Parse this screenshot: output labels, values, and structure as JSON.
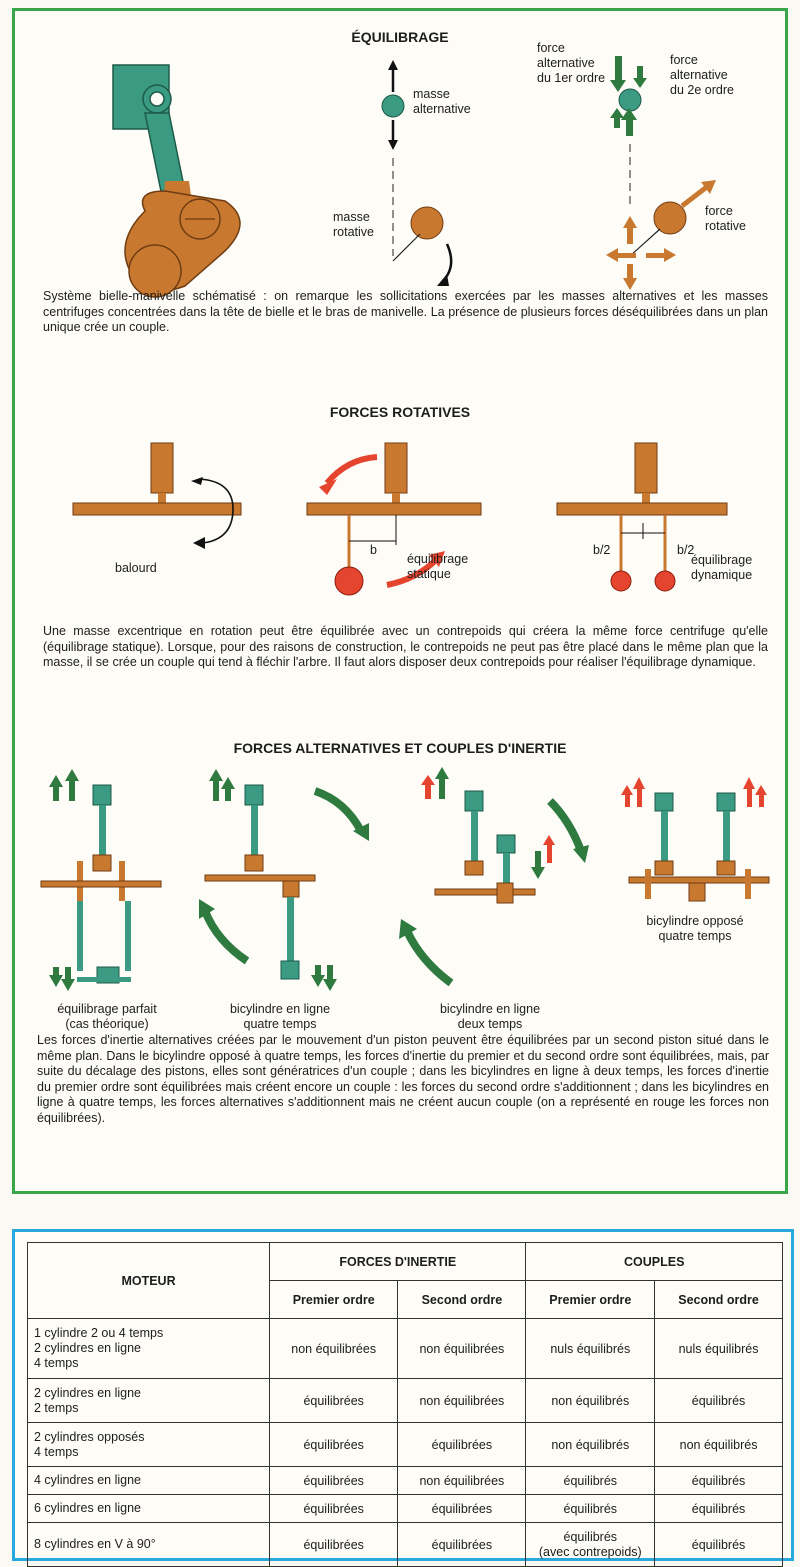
{
  "section1": {
    "title": "ÉQUILIBRAGE",
    "labels": {
      "masse_alt_1": "masse",
      "masse_alt_2": "alternative",
      "masse_rot_1": "masse",
      "masse_rot_2": "rotative",
      "force_alt1_1": "force",
      "force_alt1_2": "alternative",
      "force_alt1_3": "du 1er ordre",
      "force_alt2_1": "force",
      "force_alt2_2": "alternative",
      "force_alt2_3": "du 2e ordre",
      "force_rot_1": "force",
      "force_rot_2": "rotative"
    },
    "caption": "Système bielle-manivelle schématisé : on remarque les sollicitations exercées par les masses alternatives et les masses centrifuges concentrées dans la tête de bielle et le bras de manivelle. La présence de plusieurs forces déséquilibrées dans un plan unique crée un couple."
  },
  "section2": {
    "title": "FORCES ROTATIVES",
    "labels": {
      "balourd": "balourd",
      "b": "b",
      "equil_stat_1": "équilibrage",
      "equil_stat_2": "statique",
      "b2a": "b/2",
      "b2b": "b/2",
      "equil_dyn_1": "équilibrage",
      "equil_dyn_2": "dynamique"
    },
    "caption": "Une masse excentrique en rotation peut être équilibrée avec un contrepoids qui créera la même force centrifuge qu'elle (équilibrage statique). Lorsque, pour des raisons de construction, le contrepoids ne peut pas être placé dans le même plan que la masse, il se crée un couple qui tend à fléchir l'arbre. Il faut alors disposer deux contrepoids pour réaliser l'équilibrage dynamique."
  },
  "section3": {
    "title": "FORCES ALTERNATIVES ET COUPLES D'INERTIE",
    "labels": {
      "parfait_1": "équilibrage parfait",
      "parfait_2": "(cas théorique)",
      "ligne4_1": "bicylindre en ligne",
      "ligne4_2": "quatre temps",
      "ligne2_1": "bicylindre en ligne",
      "ligne2_2": "deux temps",
      "oppose_1": "bicylindre opposé",
      "oppose_2": "quatre temps"
    },
    "caption": "Les forces d'inertie alternatives créées par le mouvement d'un piston peuvent être équilibrées par un second piston situé dans le même plan. Dans le bicylindre opposé à quatre temps, les forces d'inertie du premier et du second ordre sont équilibrées, mais, par suite du décalage des pistons, elles sont génératrices d'un couple ; dans les bicylindres en ligne à deux temps, les forces d'inertie du premier ordre sont équilibrées mais créent encore un couple : les forces du second ordre s'additionnent ; dans les bicylindres en ligne à quatre temps, les forces alternatives s'additionnent mais ne créent aucun couple (on a représenté en rouge les forces non équilibrées)."
  },
  "table": {
    "header": {
      "moteur": "MOTEUR",
      "forces": "FORCES D'INERTIE",
      "couples": "COUPLES",
      "premier_1": "Premier ordre",
      "second_1": "Second ordre",
      "premier_2": "Premier ordre",
      "second_2": "Second ordre"
    },
    "rows": [
      {
        "lines": [
          "1 cylindre 2 ou 4 temps",
          "2 cylindres en ligne",
          "4 temps"
        ],
        "f1": "non équilibrées",
        "f2": "non équilibrées",
        "c1": "nuls équilibrés",
        "c2": "nuls équilibrés"
      },
      {
        "lines": [
          "2 cylindres en ligne",
          "2 temps"
        ],
        "f1": "équilibrées",
        "f2": "non équilibrées",
        "c1": "non équilibrés",
        "c2": "équilibrés"
      },
      {
        "lines": [
          "2 cylindres opposés",
          "4 temps"
        ],
        "f1": "équilibrées",
        "f2": "équilibrées",
        "c1": "non équilibrés",
        "c2": "non équilibrés"
      },
      {
        "lines": [
          "4 cylindres en ligne"
        ],
        "f1": "équilibrées",
        "f2": "non équilibrées",
        "c1": "équilibrés",
        "c2": "équilibrés"
      },
      {
        "lines": [
          "6 cylindres en ligne"
        ],
        "f1": "équilibrées",
        "f2": "équilibrées",
        "c1": "équilibrés",
        "c2": "équilibrés"
      },
      {
        "lines": [
          "8 cylindres en V à 90°"
        ],
        "f1": "équilibrées",
        "f2": "équilibrées",
        "c1": "équilibrés",
        "c1b": "(avec contrepoids)",
        "c2": "équilibrés"
      }
    ]
  },
  "colors": {
    "green_frame": "#3ba54a",
    "blue_frame": "#29a8dc",
    "orange": "#c9782f",
    "teal": "#3a9a82",
    "dark_green": "#2e7a3f",
    "red": "#e5452e"
  }
}
